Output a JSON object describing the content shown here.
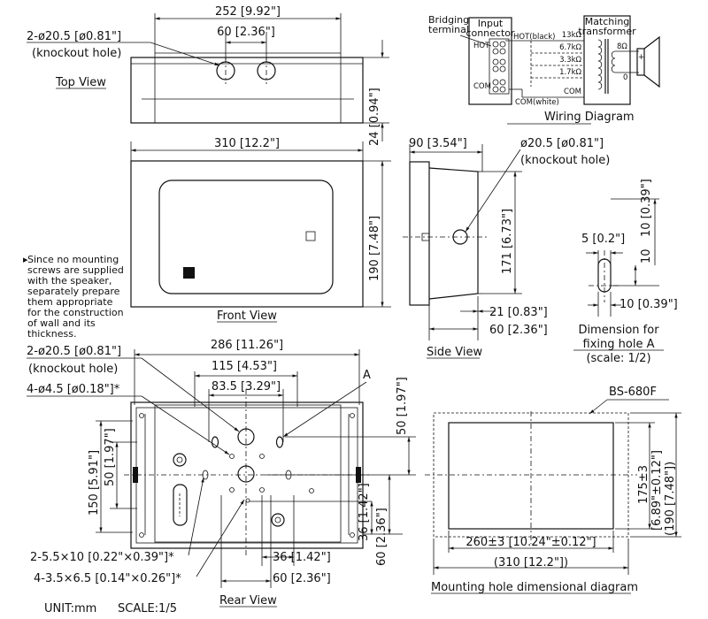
{
  "top_view": {
    "title": "Top View",
    "width_dim": "252 [9.92\"]",
    "hole_spacing_dim": "60 [2.36\"]",
    "height_dim": "24 [0.94\"]",
    "knockout_label": "2-ø20.5 [ø0.81\"]",
    "knockout_note": "(knockout hole)"
  },
  "wiring": {
    "title": "Wiring Diagram",
    "bridging_terminal": [
      "Bridging",
      "terminal"
    ],
    "input_connector": [
      "Input",
      "connector"
    ],
    "matching_transformer": [
      "Matching",
      "transformer"
    ],
    "hot_label": "HOT",
    "hot_wire": "HOT(black)",
    "com_label": "COM",
    "com_wire": "COM(white)",
    "taps": [
      "13kΩ",
      "6.7kΩ",
      "3.3kΩ",
      "1.7kΩ",
      "COM"
    ],
    "speaker_impedance": "8Ω",
    "plus": "+",
    "zero": "0"
  },
  "front_view": {
    "title": "Front View",
    "width_dim": "310 [12.2\"]",
    "height_dim": "190 [7.48\"]"
  },
  "side_view": {
    "title": "Side View",
    "depth_dim": "90 [3.54\"]",
    "knockout_label": "ø20.5 [ø0.81\"]",
    "knockout_note": "(knockout hole)",
    "height_dim": "171 [6.73\"]",
    "dim_21": "21 [0.83\"]",
    "dim_60": "60 [2.36\"]"
  },
  "fixing_hole": {
    "dim_5": "5 [0.2\"]",
    "dim_10_vertical": "10 [0.39\"]",
    "dim_10_small": "10",
    "dim_10_horizontal": "10 [0.39\"]",
    "caption": [
      "Dimension for",
      "fixing hole A",
      "(scale: 1/2)"
    ]
  },
  "note": {
    "lines": [
      "Since no mounting",
      "screws are supplied",
      "with the speaker,",
      "separately prepare",
      "them appropriate",
      "for the construction",
      "of wall and its",
      "thickness."
    ]
  },
  "rear_view": {
    "title": "Rear View",
    "width_dim": "286 [11.26\"]",
    "dim_115": "115 [4.53\"]",
    "dim_83": "83.5 [3.29\"]",
    "knockout_label": "2-ø20.5 [ø0.81\"]",
    "knockout_note": "(knockout hole)",
    "small_holes": "4-ø4.5 [ø0.18\"]*",
    "marker_a": "A",
    "dim_50_vertical": "50 [1.97\"]",
    "dim_150": "150 [5.91\"]",
    "dim_50_inner": "50 [1.97\"]",
    "dim_36_vertical": "36 [1.42\"]",
    "dim_60_vertical": "60 [2.36\"]",
    "dim_36_horizontal": "36 [1.42\"]",
    "dim_60_horizontal": "60 [2.36\"]",
    "slot_1": "2-5.5×10 [0.22\"×0.39\"]*",
    "slot_2": "4-3.5×6.5 [0.14\"×0.26\"]*"
  },
  "mounting": {
    "model": "BS-680F",
    "title": "Mounting hole dimensional diagram",
    "width_dim": "260±3 [10.24\"±0.12\"]",
    "width_outer": "(310 [12.2\"])",
    "height_dim": "175±3",
    "height_in": "[6.89\"±0.12\"]",
    "height_outer": "(190 [7.48\"])"
  },
  "footer": {
    "unit": "UNIT:mm",
    "scale": "SCALE:1/5"
  }
}
